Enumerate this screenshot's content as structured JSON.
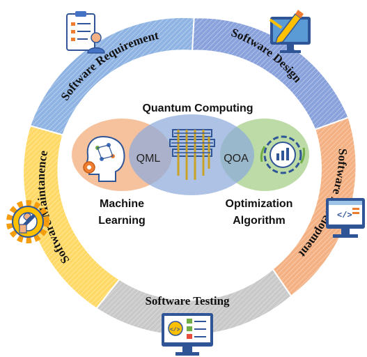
{
  "ring": {
    "segments": [
      {
        "id": "requirement",
        "label": "Software Requirement",
        "color": "#8fb4e3"
      },
      {
        "id": "design",
        "label": "Software Design",
        "color": "#8aa2dc"
      },
      {
        "id": "development",
        "label": "Software Development",
        "color": "#f4b183"
      },
      {
        "id": "testing",
        "label": "Software Testing",
        "color": "#c9c9c9"
      },
      {
        "id": "maintenance",
        "label": "Software Maintanence",
        "color": "#ffd966"
      }
    ]
  },
  "center": {
    "title": "Quantum Computing",
    "left_circle": {
      "label": "QML",
      "caption_line1": "Machine",
      "caption_line2": "Learning",
      "color": "#f4b183"
    },
    "middle_circle": {
      "color": "#8eaadb",
      "icon": "quantum-processor-icon"
    },
    "right_circle": {
      "label": "QOA",
      "caption_line1": "Optimization",
      "caption_line2": "Algorithm",
      "color": "#a9d18e"
    }
  },
  "icons": {
    "requirement": "clipboard-user-icon",
    "design": "monitor-pencil-icon",
    "development": "code-monitor-icon",
    "testing": "checklist-monitor-icon",
    "maintenance": "gear-wrench-icon",
    "machine_learning": "ai-head-icon",
    "optimization": "gear-chart-icon"
  }
}
